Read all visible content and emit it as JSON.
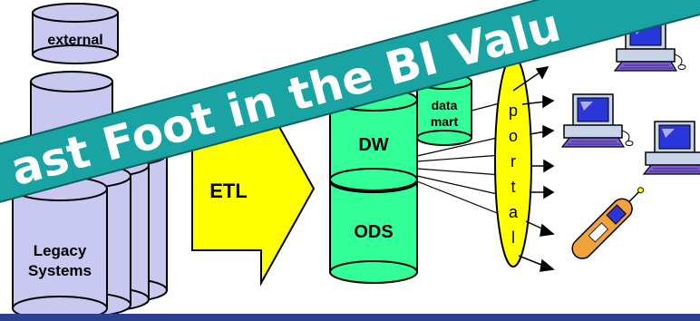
{
  "sources": {
    "external_label": "external",
    "legacy_label_line1": "Legacy",
    "legacy_label_line2": "Systems"
  },
  "etl": {
    "label": "ETL"
  },
  "warehouse": {
    "dw_label": "DW",
    "ods_label": "ODS",
    "datamart_line1": "data",
    "datamart_line2": "mart"
  },
  "portal": {
    "letters": [
      "p",
      "o",
      "r",
      "t",
      "a",
      "l"
    ]
  },
  "banner": {
    "text": "ast Foot in the BI Valu"
  },
  "colors": {
    "source_cylinder": "#c9c8f0",
    "warehouse_cylinder": "#33ff99",
    "etl_arrow": "#ffff00",
    "portal": "#ffff00",
    "banner": "#1aa3a3",
    "bottom_bar": "#2d3f8f"
  },
  "icons": [
    "desktop-computer-icon",
    "desktop-computer-icon",
    "desktop-computer-icon",
    "desktop-computer-icon",
    "mobile-phone-icon"
  ]
}
